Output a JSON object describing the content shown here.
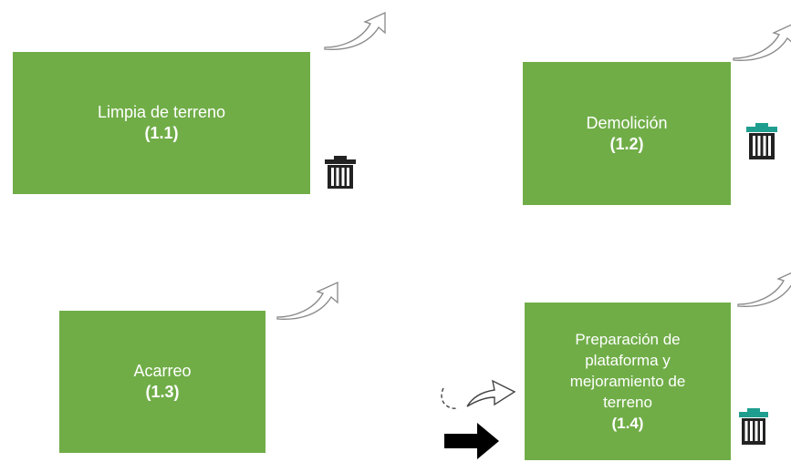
{
  "cards": [
    {
      "title": "Limpia de terreno",
      "code": "(1.1)"
    },
    {
      "title": "Demolición",
      "code": "(1.2)"
    },
    {
      "title": "Acarreo",
      "code": "(1.3)"
    },
    {
      "title": "Preparación de\nplataforma y\nmejoramiento de\nterreno",
      "code": "(1.4)"
    }
  ],
  "colors": {
    "card_fill": "#70ad47",
    "card_text": "#ffffff",
    "trash_teal_lid": "#1f9e8f",
    "trash_black": "#222222"
  },
  "icons": {
    "curved_arrow": "curved-arrow-icon",
    "trash": "trash-icon",
    "undo_arrow": "curved-undo-arrow-icon",
    "right_arrow": "right-arrow-icon"
  }
}
